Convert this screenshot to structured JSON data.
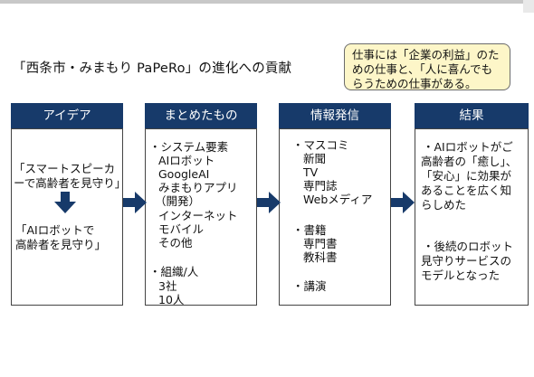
{
  "title": "「西条市・みまもり PaPeRo」の進化への貢献",
  "note": {
    "line1": "仕事には「企業の利益」のた",
    "line2": "めの仕事と、「人に喜んでも",
    "line3": "らうための仕事がある。"
  },
  "columns": [
    {
      "header": "アイデア"
    },
    {
      "header": "まとめたもの"
    },
    {
      "header": "情報発信"
    },
    {
      "header": "結果"
    }
  ],
  "idea": {
    "before_line1": "「スマートスピーカ",
    "before_line2": "ーで高齢者を見守り」",
    "after_line1": "「AIロボットで",
    "after_line2": "高齢者を見守り」"
  },
  "summary": {
    "lines": [
      "・システム要素",
      "AIロボット",
      "GoogleAI",
      "みまもりアプリ",
      "（開発）",
      "インターネット",
      "モバイル",
      "その他"
    ],
    "org_lines": [
      "・組織/人",
      "3社",
      "10人"
    ]
  },
  "info": {
    "group1": [
      "・マスコミ",
      "新聞",
      "TV",
      "専門誌",
      "Webメディア"
    ],
    "group2": [
      "・書籍",
      "専門書",
      "教科書"
    ],
    "group3": [
      "・講演"
    ]
  },
  "result": {
    "para1": [
      "・AIロボットがご",
      "高齢者の「癒し」、",
      "「安心」に効果が",
      "あることを広く知",
      "らしめた"
    ],
    "para2": [
      "・後続のロボット",
      "見守りサービスの",
      "モデルとなった"
    ]
  },
  "colors": {
    "header_bg": "#173a6a",
    "note_bg": "#fdf6c8",
    "arrow": "#173a6a"
  }
}
